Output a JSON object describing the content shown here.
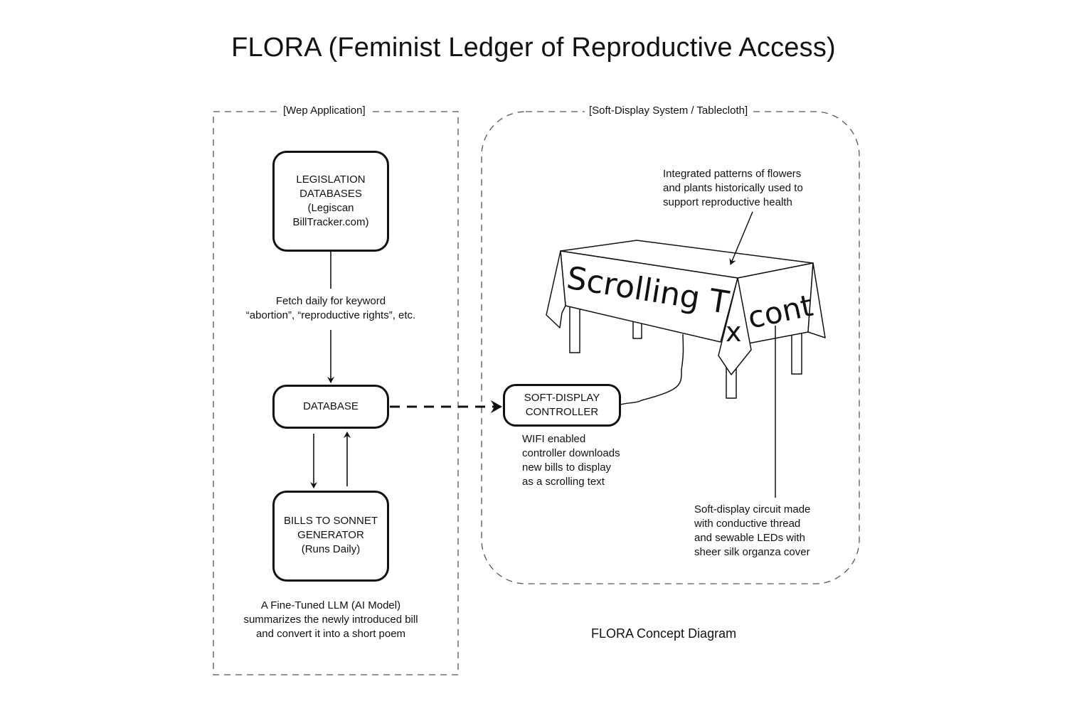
{
  "title": "FLORA (Feminist Ledger of Reproductive Access)",
  "groups": {
    "web_app": {
      "label": "[Wep Application]"
    },
    "soft_display": {
      "label": "[Soft-Display System / Tablecloth]"
    }
  },
  "nodes": {
    "legislation_db": {
      "lines": [
        "LEGISLATION",
        "DATABASES",
        "(Legiscan",
        "BillTracker.com)"
      ]
    },
    "database": {
      "lines": [
        "DATABASE"
      ]
    },
    "sonnet_generator": {
      "lines": [
        "BILLS TO SONNET",
        "GENERATOR",
        "(Runs Daily)"
      ]
    },
    "controller": {
      "lines": [
        "SOFT-DISPLAY",
        "CONTROLLER"
      ]
    }
  },
  "notes": {
    "fetch": [
      "Fetch daily for keyword",
      "“abortion”, “reproductive rights”, etc."
    ],
    "llm": [
      "A Fine-Tuned LLM (AI Model)",
      "summarizes the newly introduced bill",
      "and convert it into a short poem"
    ],
    "controller": [
      "WIFI enabled",
      "controller downloads",
      "new bills to display",
      "as a scrolling text"
    ],
    "patterns": [
      "Integrated patterns of flowers",
      "and plants historically used to",
      "support reproductive health"
    ],
    "circuit": [
      "Soft-display circuit made",
      "with conductive thread",
      "and sewable LEDs with",
      "sheer silk organza cover"
    ]
  },
  "tablecloth": {
    "scroll_text_front": "Scrolling T",
    "scroll_text_flap": "x",
    "scroll_text_side": "cont"
  },
  "edges": [
    {
      "from": "legislation_db",
      "to": "database",
      "style": "solid",
      "label_ref": "notes.fetch"
    },
    {
      "from": "database",
      "to": "sonnet_generator",
      "style": "solid"
    },
    {
      "from": "sonnet_generator",
      "to": "database",
      "style": "solid"
    },
    {
      "from": "database",
      "to": "controller",
      "style": "dashed"
    },
    {
      "from": "controller",
      "to": "tablecloth",
      "style": "wire"
    }
  ],
  "caption": "FLORA Concept Diagram"
}
